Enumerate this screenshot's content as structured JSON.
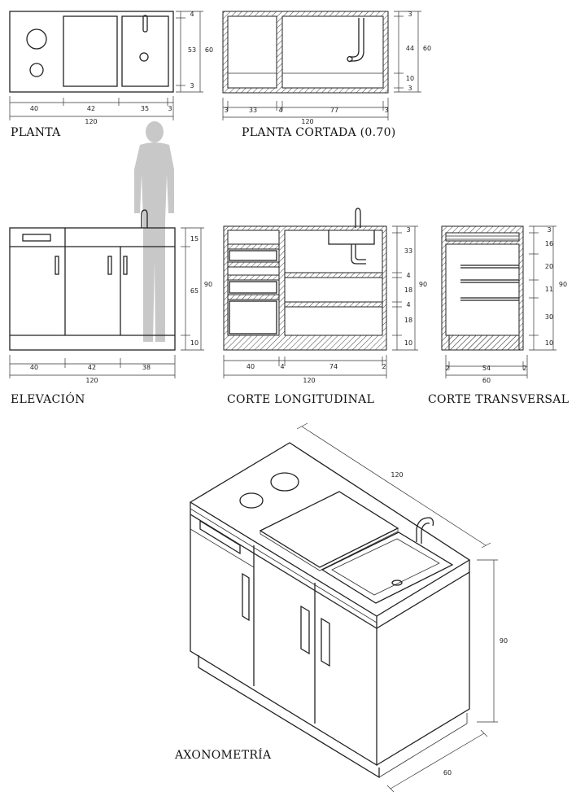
{
  "titles": {
    "planta": "PLANTA",
    "planta_cortada": "PLANTA CORTADA (0.70)",
    "elevacion": "ELEVACIÓN",
    "corte_longitudinal": "CORTE LONGITUDINAL",
    "corte_transversal": "CORTE TRANSVERSAL",
    "axonometria": "AXONOMETRÍA"
  },
  "planta": {
    "h_segments": [
      "40",
      "42",
      "35",
      "3"
    ],
    "total": "120",
    "v_segments": [
      "4",
      "53",
      "3"
    ],
    "v_total": "60"
  },
  "planta_cortada": {
    "h_segments": [
      "3",
      "33",
      "4",
      "77",
      "3"
    ],
    "total": "120",
    "v_segments": [
      "3",
      "44",
      "10",
      "3"
    ],
    "v_total": "60"
  },
  "elevacion": {
    "h_segments": [
      "40",
      "42",
      "38"
    ],
    "total": "120",
    "v_segments": [
      "15",
      "65",
      "10"
    ],
    "v_total": "90"
  },
  "corte_longitudinal": {
    "h_segments": [
      "40",
      "4",
      "74",
      "2"
    ],
    "total": "120",
    "v_segments": [
      "3",
      "33",
      "4",
      "18",
      "4",
      "18",
      "10"
    ],
    "v_total": "90"
  },
  "corte_transversal": {
    "h_segments": [
      "2",
      "54",
      "2"
    ],
    "total": "60",
    "v_segments": [
      "3",
      "16",
      "20",
      "11",
      "30",
      "10"
    ],
    "v_total": "90"
  },
  "axonometria": {
    "length": "120",
    "height": "90",
    "depth": "60"
  }
}
